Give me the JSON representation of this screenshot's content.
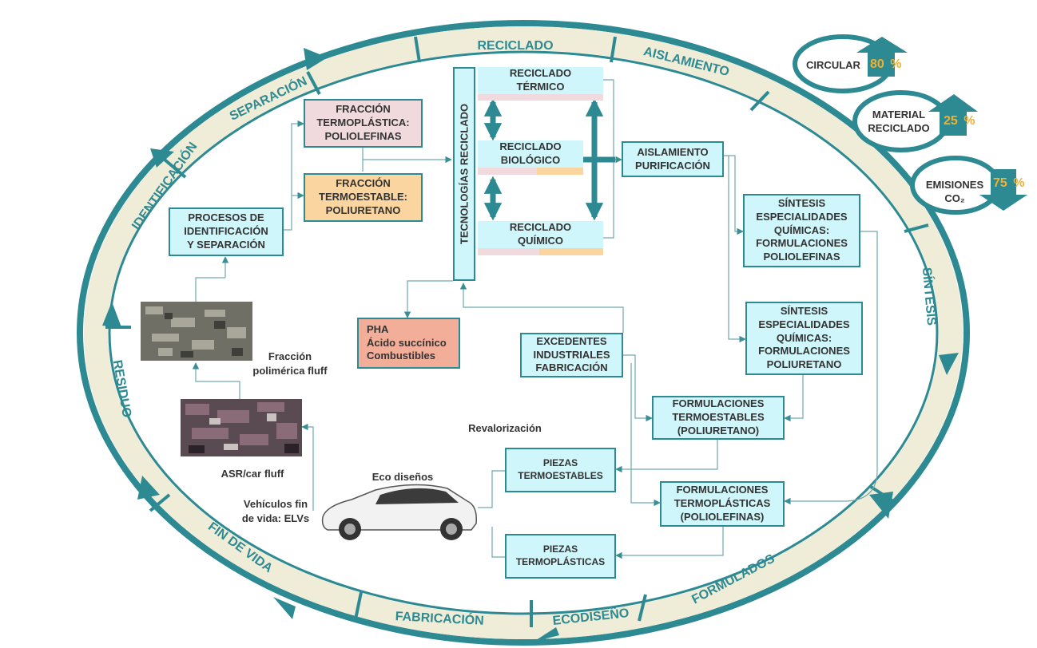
{
  "colors": {
    "teal": "#2e8a92",
    "ring": "#efedd8",
    "cyan": "#cff6fb",
    "pink": "#f1dadd",
    "orange": "#fbd59f",
    "salmon": "#f2ae99",
    "yellow": "#f2b12b"
  },
  "ring_labels": {
    "reciclado": "RECICLADO",
    "aislamiento": "AISLAMIENTO",
    "separacion": "SEPARACIÓN",
    "identificacion": "IDENTIFICACIÓN",
    "residuo": "RESIDUO",
    "fin_de_vida": "FIN DE VIDA",
    "fabricacion": "FABRICACIÓN",
    "ecodiseno": "ECODISEÑO",
    "formulados": "FORMULADOS",
    "sintesis": "SÍNTESIS"
  },
  "indicators": [
    {
      "label": "CIRCULAR",
      "value": "80",
      "unit": "%",
      "icon": "up-arrow-icon"
    },
    {
      "label": "MATERIAL\nRECICLADO",
      "value": "25",
      "unit": "%",
      "icon": "up-arrow-icon"
    },
    {
      "label": "EMISIONES\nCO₂",
      "value": "75",
      "unit": "%",
      "icon": "down-arrow-icon"
    }
  ],
  "boxes": {
    "fraccion_termoplastica": "FRACCIÓN\nTERMOPLÁSTICA:\nPOLIOLEFINAS",
    "fraccion_termoestable": "FRACCIÓN\nTERMOESTABLE:\nPOLIURETANO",
    "procesos": "PROCESOS DE\nIDENTIFICACIÓN\nY SEPARACIÓN",
    "tecnologias": "TECNOLOGÍAS RECICLADO",
    "reciclado_termico": "RECICLADO\nTÉRMICO",
    "reciclado_biologico": "RECICLADO\nBIOLÓGICO",
    "reciclado_quimico": "RECICLADO\nQUÍMICO",
    "aislamiento": "AISLAMIENTO\nPURIFICACIÓN",
    "sintesis_poliolefinas": "SÍNTESIS\nESPECIALIDADES\nQUÍMICAS:\nFORMULACIONES\nPOLIOLEFINAS",
    "sintesis_poliuretano": "SÍNTESIS\nESPECIALIDADES\nQUÍMICAS:\nFORMULACIONES\nPOLIURETANO",
    "pha": "PHA\nÁcido succínico\nCombustibles",
    "excedentes": "EXCEDENTES\nINDUSTRIALES\nFABRICACIÓN",
    "form_termoestables": "FORMULACIONES\nTERMOESTABLES\n(POLIURETANO)",
    "piezas_termoestables": "PIEZAS\nTERMOESTABLES",
    "form_termoplasticas": "FORMULACIONES\nTERMOPLÁSTICAS\n(POLIOLEFINAS)",
    "piezas_termoplasticas": "PIEZAS\nTERMOPLÁSTICAS"
  },
  "labels": {
    "fraccion_fluff": "Fracción\npolimérica fluff",
    "asr": "ASR/car fluff",
    "vehiculos": "Vehículos fin\nde vida: ELVs",
    "eco_disenos": "Eco diseños",
    "revalorizacion": "Revalorización"
  }
}
